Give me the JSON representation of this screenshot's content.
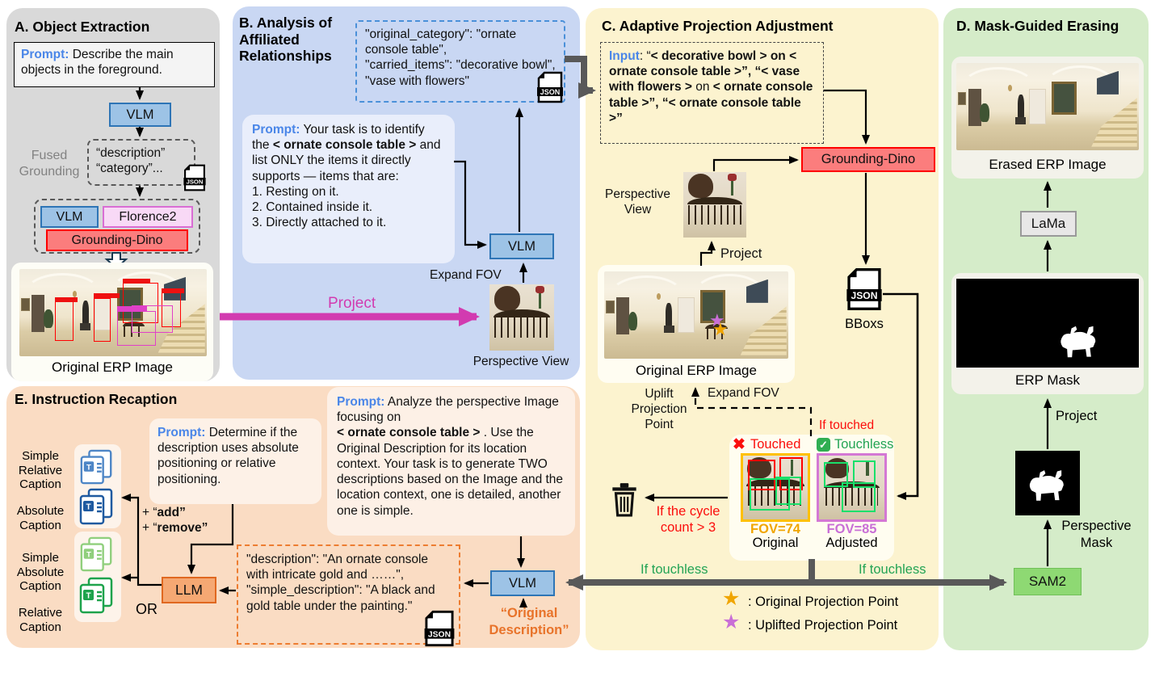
{
  "colors": {
    "accent_blue": "#4a86e8",
    "magenta": "#d23bb0",
    "red": "#fb0e0c",
    "green": "#23a455",
    "gold": "#f0a500",
    "violet": "#c96fd6",
    "orange_accent": "#e8732a",
    "gray_arrow": "#595959"
  },
  "a": {
    "title": "A. Object Extraction",
    "prompt_label": "Prompt:",
    "prompt_text": " Describe the main objects in the foreground.",
    "vlm": "VLM",
    "fused_grounding": "Fused Grounding",
    "json_l1": "“description”",
    "json_l2": "“category”...",
    "json_badge": "JSON",
    "model_vlm": "VLM",
    "model_florence": "Florence2",
    "model_gdino": "Grounding-Dino",
    "erp_caption": "Original ERP Image"
  },
  "b": {
    "title_l1": "B. Analysis of",
    "title_l2": "Affiliated",
    "title_l3": "Relationships",
    "json_l1": "\"original_category\": \"ornate console table\",",
    "json_l2": "\"carried_items\": \"decorative bowl\", \"vase with flowers\"",
    "json_badge": "JSON",
    "prompt_label": "Prompt:",
    "prompt_t1": " Your task is to identify the ",
    "prompt_b1": "< ornate console table >",
    "prompt_t2": " and list ONLY the items it directly supports — items that are:",
    "item1": "1. Resting on it.",
    "item2": "2. Contained inside it.",
    "item3": "3. Directly attached to it.",
    "vlm": "VLM",
    "expand_fov": "Expand FOV",
    "project": "Project",
    "persp_label": "Perspective View"
  },
  "c": {
    "title": "C. Adaptive Projection Adjustment",
    "input_label": "Input",
    "input_t1": ": “",
    "input_b1": "< decorative bowl > on < ornate console table >",
    "input_t2": "”, “",
    "input_b2": "< vase with flowers >",
    "input_t3": " on ",
    "input_b3": "< ornate console table >",
    "input_t4": "”, “",
    "input_b4": "< ornate console table >",
    "input_t5": "”",
    "gdino": "Grounding-Dino",
    "persp_l1": "Perspective",
    "persp_l2": "View",
    "project": "Project",
    "erp_caption": "Original ERP Image",
    "json_badge": "JSON",
    "bboxs": "BBoxs",
    "uplift_l1": "Uplift",
    "uplift_l2": "Projection",
    "uplift_l3": "Point",
    "expand_fov": "Expand FOV",
    "if_touched": "If touched",
    "x_mark": "✖",
    "touched": "Touched",
    "check_mark": "✓",
    "touchless": "Touchless",
    "fov74": "FOV=74",
    "original": "Original",
    "fov85": "FOV=85",
    "adjusted": "Adjusted",
    "cycle_l1": "If the cycle",
    "cycle_l2": "count > 3",
    "if_touchless_left": "If touchless",
    "if_touchless_right": "If touchless",
    "star": "★",
    "legend_original": ": Original Projection Point",
    "legend_uplifted": ": Uplifted Projection Point"
  },
  "d": {
    "title": "D. Mask-Guided Erasing",
    "erased_caption": "Erased ERP Image",
    "lama": "LaMa",
    "erp_mask": "ERP Mask",
    "project": "Project",
    "persp_mask_l1": "Perspective",
    "persp_mask_l2": "Mask",
    "sam2": "SAM2"
  },
  "e": {
    "title": "E. Instruction Recaption",
    "prompt1_label": "Prompt:",
    "prompt1_text": " Determine if the description uses absolute positioning or relative positioning.",
    "cap1": "Simple Relative Caption",
    "cap2": "Absolute Caption",
    "cap3": "Simple Absolute Caption",
    "cap4": "Relative Caption",
    "doc_t": "T",
    "add_pre": "+ “",
    "add": "add”",
    "remove_pre": "+ “",
    "remove": "remove”",
    "llm": "LLM",
    "or": "OR",
    "prompt2_label": "Prompt:",
    "prompt2_t1": " Analyze the perspective Image focusing on ",
    "prompt2_b1": "< ornate console table >",
    "prompt2_t2": " . Use the Original Description for its location context. Your task is to generate TWO descriptions based on the Image and the location context, one is detailed, another one is simple.",
    "desc_text": "\"description\": \"An ornate console with intricate gold and ……\", \"simple_description\": \"A black and gold table under the painting.\"",
    "json_badge": "JSON",
    "vlm": "VLM",
    "orig_desc_l1": "“Original",
    "orig_desc_l2": "Description”"
  }
}
